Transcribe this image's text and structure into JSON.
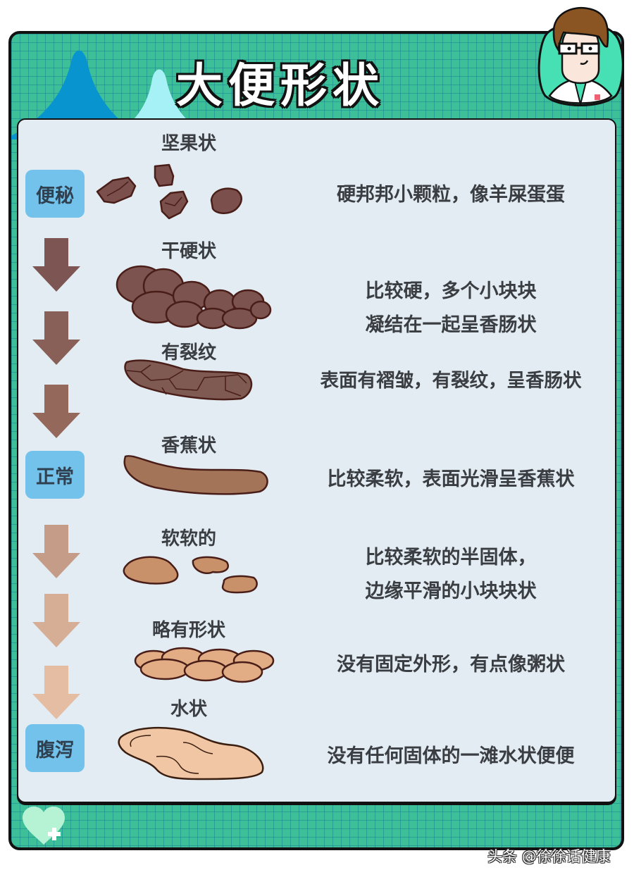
{
  "header": {
    "title": "大便形状"
  },
  "colors": {
    "frame_green": "#3dbf97",
    "panel_bg": "#e3ecf2",
    "tag_blue": "#72c2ec",
    "text_dark": "#3a3e42",
    "peak_dark_blue": "#0895cf",
    "peak_light_cyan": "#a6f1f5"
  },
  "categories": [
    {
      "label": "便秘"
    },
    {
      "label": "正常"
    },
    {
      "label": "腹泻"
    }
  ],
  "types": [
    {
      "name": "坚果状",
      "description": [
        "硬邦邦小颗粒，像羊屎蛋蛋"
      ],
      "color": "#7a4f4c"
    },
    {
      "name": "干硬状",
      "description": [
        "比较硬，多个小块块",
        "凝结在一起呈香肠状"
      ],
      "color": "#7d5350"
    },
    {
      "name": "有裂纹",
      "description": [
        "表面有褶皱，有裂纹，呈香肠状"
      ],
      "color": "#7f5a53"
    },
    {
      "name": "香蕉状",
      "description": [
        "比较柔软，表面光滑呈香蕉状"
      ],
      "color": "#a37458"
    },
    {
      "name": "软软的",
      "description": [
        "比较柔软的半固体，",
        "边缘平滑的小块块状"
      ],
      "color": "#c8916a"
    },
    {
      "name": "略有形状",
      "description": [
        "没有固定外形，有点像粥状"
      ],
      "color": "#e2ad85"
    },
    {
      "name": "水状",
      "description": [
        "没有任何固体的一滩水状便便"
      ],
      "color": "#f1c6a4"
    }
  ],
  "arrows": [
    {
      "color": "#7d5653"
    },
    {
      "color": "#886058"
    },
    {
      "color": "#94695c"
    },
    {
      "color": "#c49c88"
    },
    {
      "color": "#d6ad95"
    },
    {
      "color": "#e4bda2"
    }
  ],
  "footer": {
    "watermark": "头条 @徐徐话健康"
  }
}
